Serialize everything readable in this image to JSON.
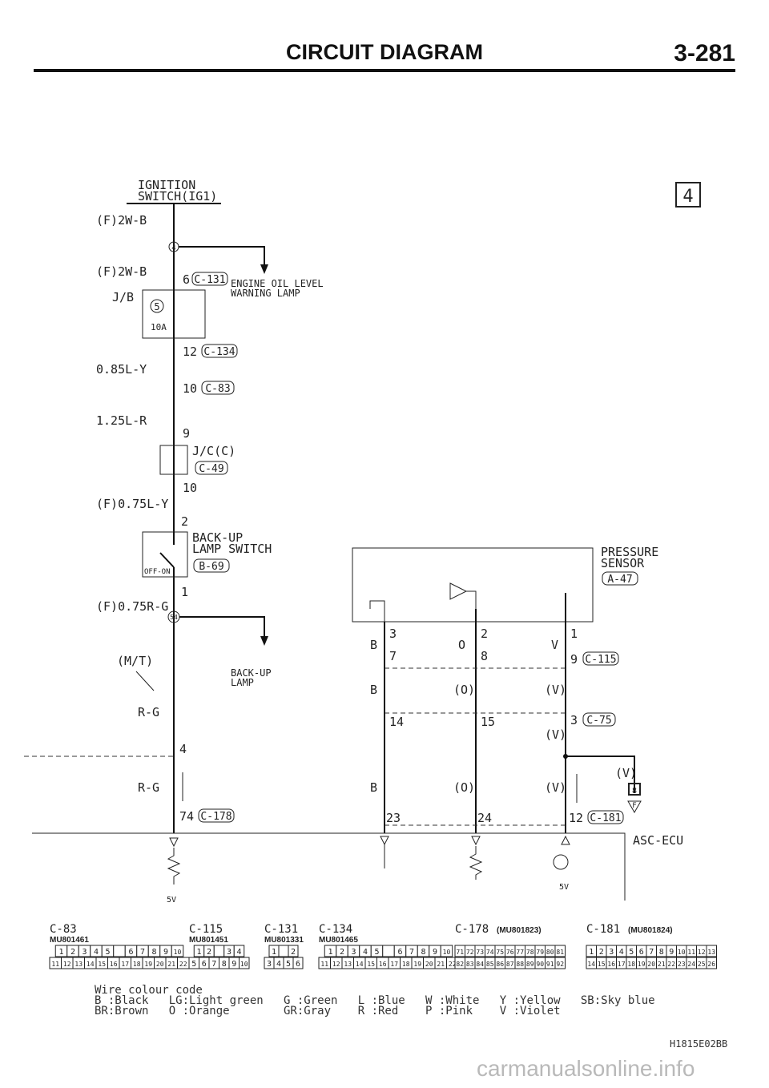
{
  "header": {
    "title": "CIRCUIT DIAGRAM",
    "page": "3-281"
  },
  "sheet_badge": "4",
  "wires": {
    "ig_top": "(F)2W-B",
    "ig_mid": "(F)2W-B",
    "jb": "J/B",
    "w085": "0.85L-Y",
    "w125": "1.25L-R",
    "w075ly": "(F)0.75L-Y",
    "w075rg": "(F)0.75R-G",
    "mt": "(M/T)",
    "rg1": "R-G",
    "rg2": "R-G",
    "b1": "B",
    "b2": "B",
    "b3": "B",
    "o1": "O",
    "o2": "(O)",
    "o3": "(O)",
    "v1": "V",
    "v2": "(V)",
    "v3": "(V)",
    "v4": "(V)",
    "v5": "(V)"
  },
  "components": {
    "ignition_switch_1": "IGNITION",
    "ignition_switch_2": "SWITCH(IG1)",
    "engine_oil_1": "ENGINE OIL LEVEL",
    "engine_oil_2": "WARNING LAMP",
    "jc": "J/C(C)",
    "backup_switch_1": "BACK-UP",
    "backup_switch_2": "LAMP SWITCH",
    "backup_lamp_1": "BACK-UP",
    "backup_lamp_2": "LAMP",
    "pressure_1": "PRESSURE",
    "pressure_2": "SENSOR",
    "asc_ecu": "ASC-ECU",
    "off_on": "OFF-ON",
    "fuse": "10A",
    "fuse_no": "5",
    "mark_4": "4",
    "mark_54": "54",
    "mark_8": "8",
    "mark_f": "F",
    "fivev_1": "5V",
    "fivev_2": "5V"
  },
  "connector_refs": {
    "c131": "C-131",
    "c134": "C-134",
    "c83": "C-83",
    "c49": "C-49",
    "b69": "B-69",
    "a47": "A-47",
    "c115": "C-115",
    "c75": "C-75",
    "c181": "C-181",
    "c178": "C-178"
  },
  "pins": {
    "p6": "6",
    "p12": "12",
    "p10": "10",
    "p9": "9",
    "p10b": "10",
    "p2": "2",
    "p1": "1",
    "p4": "4",
    "p74": "74",
    "ps3": "3",
    "ps2": "2",
    "ps1": "1",
    "c115_7": "7",
    "c115_8": "8",
    "c115_9": "9",
    "c75_14": "14",
    "c75_15": "15",
    "c75_3": "3",
    "e23": "23",
    "e24": "24",
    "e12": "12"
  },
  "connector_table": [
    {
      "ref": "C-83",
      "part": "MU801461",
      "rows": [
        [
          "1",
          "2",
          "3",
          "4",
          "5",
          "",
          "6",
          "7",
          "8",
          "9",
          "10"
        ],
        [
          "11",
          "12",
          "13",
          "14",
          "15",
          "16",
          "17",
          "18",
          "19",
          "20",
          "21",
          "22"
        ]
      ]
    },
    {
      "ref": "C-115",
      "part": "MU801451",
      "rows": [
        [
          "1",
          "2",
          "",
          "3",
          "4"
        ],
        [
          "5",
          "6",
          "7",
          "8",
          "9",
          "10"
        ]
      ]
    },
    {
      "ref": "C-131",
      "part": "MU801331",
      "rows": [
        [
          "1",
          "",
          "2"
        ],
        [
          "3",
          "4",
          "5",
          "6"
        ]
      ]
    },
    {
      "ref": "C-134",
      "part": "MU801465",
      "rows": [
        [
          "1",
          "2",
          "3",
          "4",
          "5",
          "",
          "6",
          "7",
          "8",
          "9",
          "10"
        ],
        [
          "11",
          "12",
          "13",
          "14",
          "15",
          "16",
          "17",
          "18",
          "19",
          "20",
          "21",
          "22"
        ]
      ]
    },
    {
      "ref": "C-178",
      "part": "(MU801823)",
      "rows": [
        [
          "71",
          "72",
          "73",
          "74",
          "75",
          "76",
          "77",
          "78",
          "79",
          "80",
          "81"
        ],
        [
          "82",
          "83",
          "84",
          "85",
          "86",
          "87",
          "88",
          "89",
          "90",
          "91",
          "92"
        ]
      ]
    },
    {
      "ref": "C-181",
      "part": "(MU801824)",
      "rows": [
        [
          "1",
          "2",
          "3",
          "4",
          "5",
          "6",
          "7",
          "8",
          "9",
          "10",
          "11",
          "12",
          "13"
        ],
        [
          "14",
          "15",
          "16",
          "17",
          "18",
          "19",
          "20",
          "21",
          "22",
          "23",
          "24",
          "25",
          "26"
        ]
      ]
    }
  ],
  "legend": {
    "title": "Wire colour code",
    "line1": "B :Black   LG:Light green   G :Green   L :Blue   W :White   Y :Yellow   SB:Sky blue",
    "line2": "BR:Brown   O :Orange        GR:Gray    R :Red    P :Pink    V :Violet"
  },
  "doc_code": "H1815E02BB",
  "watermark": "carmanualsonline.info"
}
